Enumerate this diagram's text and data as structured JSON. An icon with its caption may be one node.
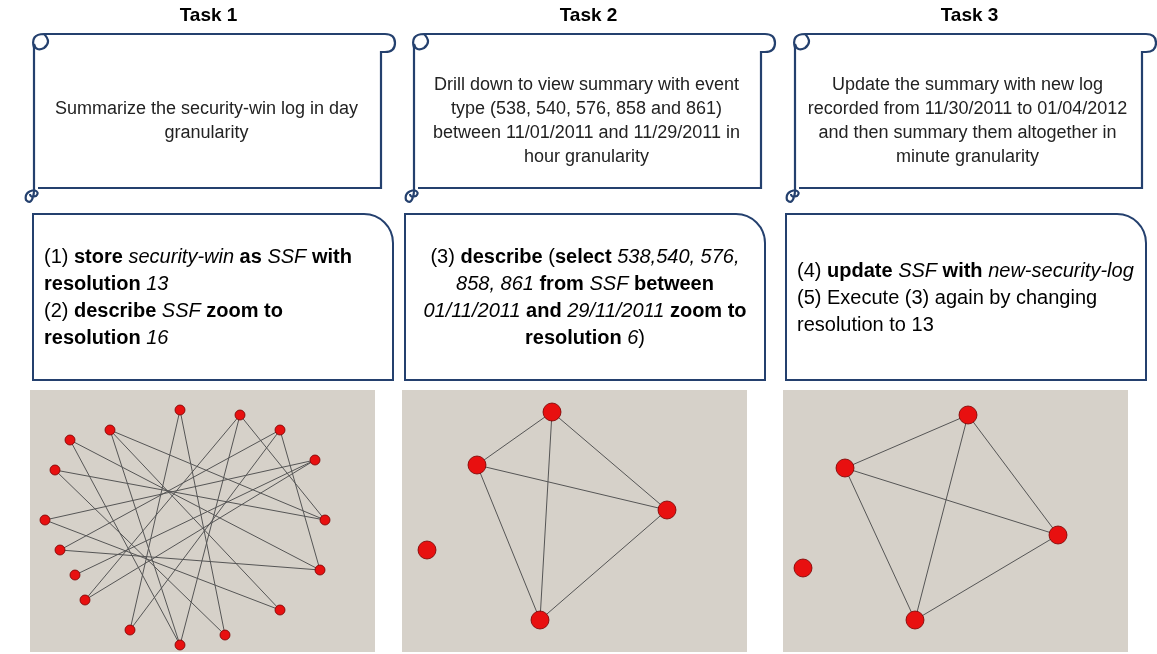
{
  "diagram": {
    "nodes": [
      {
        "text": [
          "Task 1",
          "Summarize the security-win log in day granularity"
        ]
      },
      {
        "text": [
          "Task 2",
          "Drill down to view summary with event type (538, 540, 576, 858 and 861) between 11/01/2011 and 11/29/2011 in hour granularity"
        ]
      },
      {
        "text": [
          "Task 3",
          "Update the summary with new log recorded from 11/30/2011 to 01/04/2012 and then summary them altogether in minute granularity"
        ]
      },
      {
        "text": [
          "(1) **store** *security-win* **as** *SSF* **with resolution** *13*",
          "(2) **describe** *SSF* **zoom to resolution** *16*"
        ]
      },
      {
        "text": [
          "(3)  **describe** (**select** *538,540, 576, 858, 861* **from** *SSF* **between** *01/11/2011* **and** *29/11/2011* **zoom to resolution** *6*)"
        ]
      },
      {
        "text": [
          "(4) **update** *SSF* **with** *new-security-log*",
          "(5) Execute (3) again by changing resolution to 13"
        ]
      },
      {
        "text": [],
        "shape": "picture"
      },
      {
        "text": [],
        "shape": "picture"
      },
      {
        "text": [],
        "shape": "picture"
      }
    ]
  }
}
